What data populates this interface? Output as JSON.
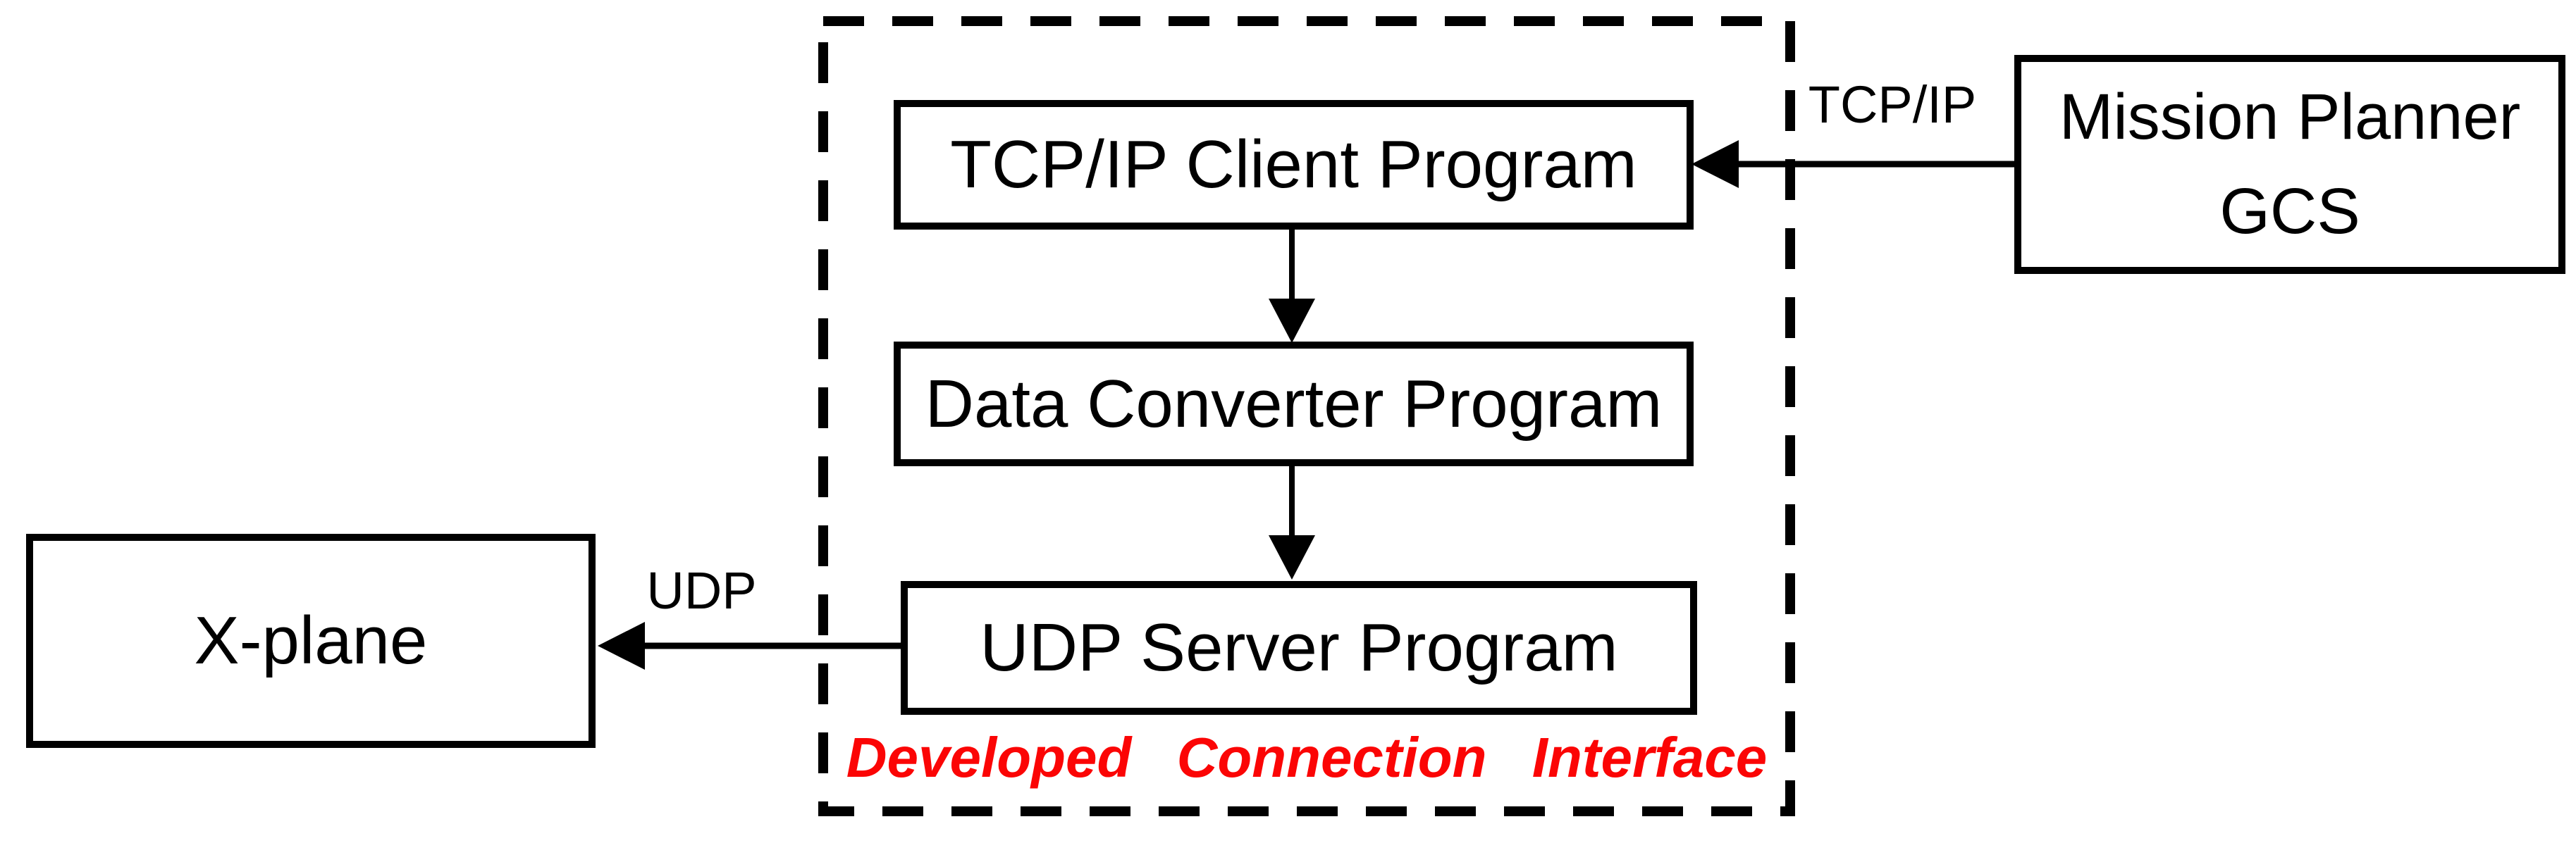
{
  "diagram": {
    "title_none_shown": "",
    "boxes": {
      "tcp_client": {
        "label": "TCP/IP Client Program"
      },
      "data_converter": {
        "label": "Data Converter Program"
      },
      "udp_server": {
        "label": "UDP Server Program"
      },
      "mission_planner": {
        "line1": "Mission Planner",
        "line2": "GCS"
      },
      "xplane": {
        "label": "X-plane"
      }
    },
    "edge_labels": {
      "tcp_ip": "TCP/IP",
      "udp": "UDP"
    },
    "caption": "Developed Connection Interface",
    "colors": {
      "caption_red": "#fb0505",
      "line_black": "#000000",
      "background": "#ffffff"
    },
    "connections": [
      {
        "from": "mission_planner",
        "to": "tcp_client",
        "label": "TCP/IP",
        "direction": "left"
      },
      {
        "from": "tcp_client",
        "to": "data_converter",
        "label": "",
        "direction": "down"
      },
      {
        "from": "data_converter",
        "to": "udp_server",
        "label": "",
        "direction": "down"
      },
      {
        "from": "udp_server",
        "to": "xplane",
        "label": "UDP",
        "direction": "left"
      }
    ]
  }
}
